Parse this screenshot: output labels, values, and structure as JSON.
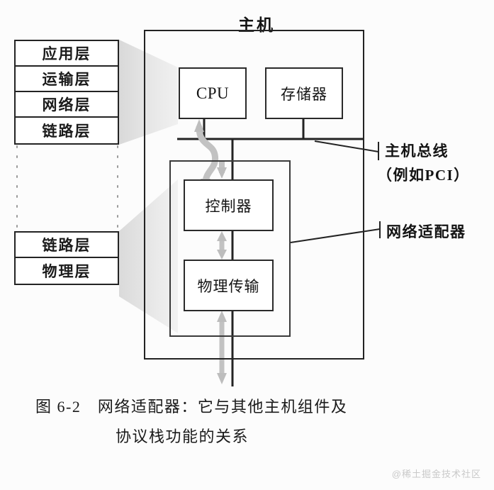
{
  "figure": {
    "host_title": "主机",
    "caption_line1": "图 6-2　网络适配器：它与其他主机组件及",
    "caption_line2": "协议栈功能的关系",
    "watermark": "@稀土掘金技术社区"
  },
  "upper_stack": {
    "name": "protocol-stack-upper",
    "layers": [
      {
        "label": "应用层"
      },
      {
        "label": "运输层"
      },
      {
        "label": "网络层"
      },
      {
        "label": "链路层"
      }
    ]
  },
  "lower_stack": {
    "name": "protocol-stack-lower",
    "layers": [
      {
        "label": "链路层"
      },
      {
        "label": "物理层"
      }
    ]
  },
  "host": {
    "components": [
      {
        "key": "cpu",
        "label": "CPU"
      },
      {
        "key": "memory",
        "label": "存储器"
      }
    ]
  },
  "adapter": {
    "components": [
      {
        "key": "controller",
        "label": "控制器"
      },
      {
        "key": "physical_transmission",
        "label": "物理传输"
      }
    ]
  },
  "annotations": [
    {
      "key": "host_bus",
      "line1": "主机总线",
      "line2": "（例如PCI）"
    },
    {
      "key": "network_adapter",
      "line1": "网络适配器",
      "line2": ""
    }
  ],
  "colors": {
    "stroke": "#232323",
    "arrow_gray": "#b9b9b9",
    "funnel_gray": "#dcdcdc",
    "background": "#fcfcfc",
    "watermark": "#c9c9c9"
  }
}
